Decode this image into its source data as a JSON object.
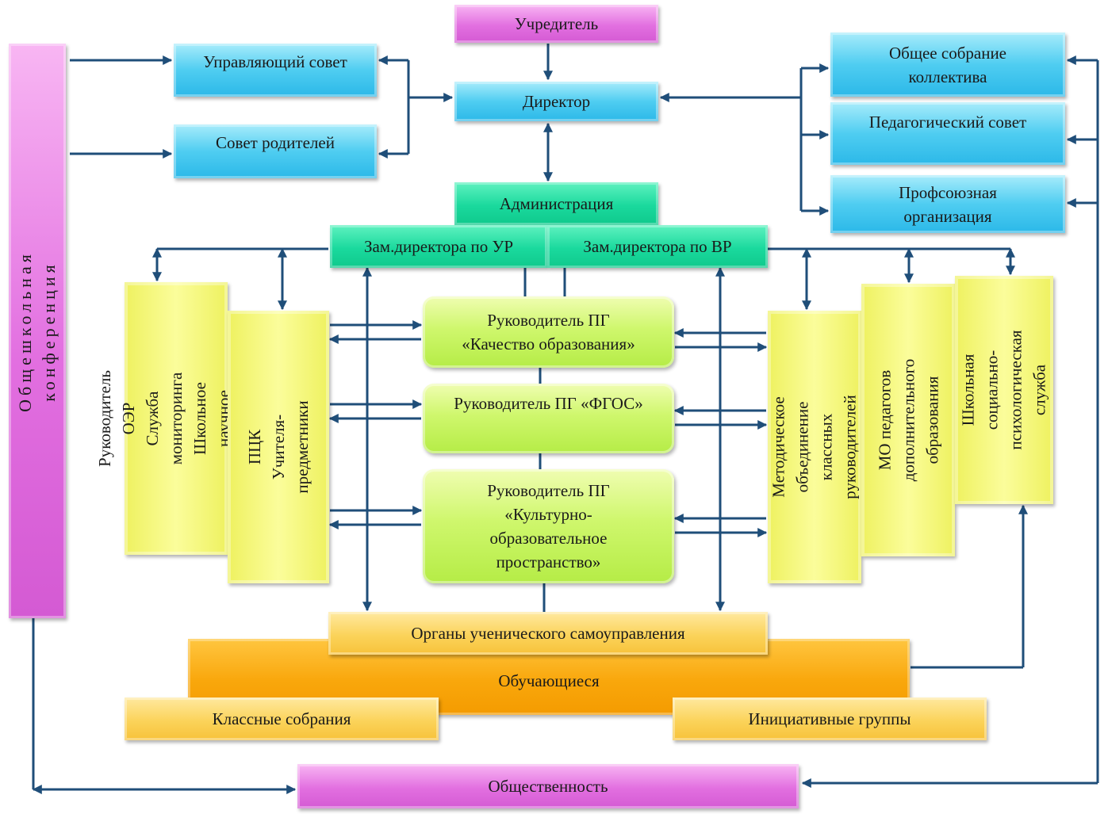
{
  "nodes": {
    "founder": "Учредитель",
    "director": "Директор",
    "governing_council": "Управляющий совет",
    "parents_council": "Совет родителей",
    "general_meeting": "Общее собрание\nколлектива",
    "pedagogical_council": "Педагогический совет",
    "trade_union": "Профсоюзная\nорганизация",
    "administration": "Администрация",
    "deputy_ur": "Зам.директора по УР",
    "deputy_vr": "Зам.директора по ВР",
    "pg_quality": "Руководитель ПГ\n«Качество образования»",
    "pg_fgos": "Руководитель ПГ «ФГОС»",
    "pg_culture": "Руководитель ПГ\n«Культурно-\nобразовательное\nпространство»",
    "oer_head": "Руководитель ОЭР\nСлужба мониторинга\nШкольное научное общество",
    "pck": "ПЦК\nУчителя-предметники",
    "mo_class": "Методическое объединение\nклассных руководителей",
    "mo_additional": "МО педагогов\nдополнительного\nобразования",
    "social_service": "Школьная социально-\nпсихологическая\nслужба",
    "school_conference": "Общешкольная конференция",
    "student_government": "Органы ученического самоуправления",
    "students": "Обучающиеся",
    "class_meetings": "Классные собрания",
    "initiative_groups": "Инициативные группы",
    "public": "Общественность"
  },
  "colors": {
    "line": "#1f4e79",
    "magenta": "#e26fe0",
    "cyan": "#4fcdf1",
    "green": "#1ad99d",
    "lime": "#cff76d",
    "yellow": "#f5f77a",
    "gold": "#fbd35a",
    "orange": "#f9a70c"
  }
}
